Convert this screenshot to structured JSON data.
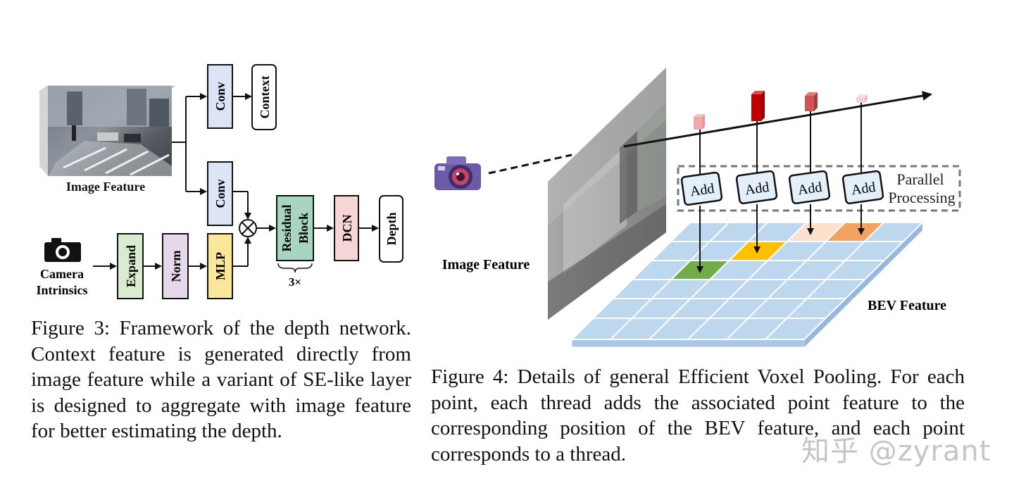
{
  "figure3": {
    "image_feature_label": "Image Feature",
    "conv_top": "Conv",
    "context": "Context",
    "conv_mid": "Conv",
    "camera_label_1": "Camera",
    "camera_label_2": "Intrinsics",
    "expand": "Expand",
    "norm": "Norm",
    "mlp": "MLP",
    "residual_1": "Residual",
    "residual_2": "Block",
    "repeat": "3×",
    "dcn": "DCN",
    "depth": "Depth",
    "caption": "Figure 3: Framework of the depth network. Context feature is generated directly from image feature while a variant of SE-like layer is designed to aggregate with image feature for better estimating the depth."
  },
  "figure4": {
    "image_feature_label": "Image Feature",
    "add_labels": [
      "Add",
      "Add",
      "Add",
      "Add"
    ],
    "parallel_1": "Parallel",
    "parallel_2": "Processing",
    "bev_label": "BEV Feature",
    "caption": "Figure 4: Details of general Efficient Voxel Pooling. For each point, each thread adds the associated point feature to the corresponding position of the BEV feature, and each point corresponds to a thread."
  },
  "watermark": "知乎 @zyrant",
  "colors": {
    "conv": "#dbe5f5",
    "expand": "#d9ecd0",
    "norm": "#e4d8ea",
    "mlp": "#fbe79a",
    "residual": "#a8d5c0",
    "dcn": "#f8d5d5",
    "grid": "#bdd7ee",
    "grid_green": "#70ad47",
    "grid_yellow": "#ffc000",
    "grid_orange": "#f4a261",
    "grid_peach": "#fbe0cc",
    "bar_dark": "#c00000"
  }
}
